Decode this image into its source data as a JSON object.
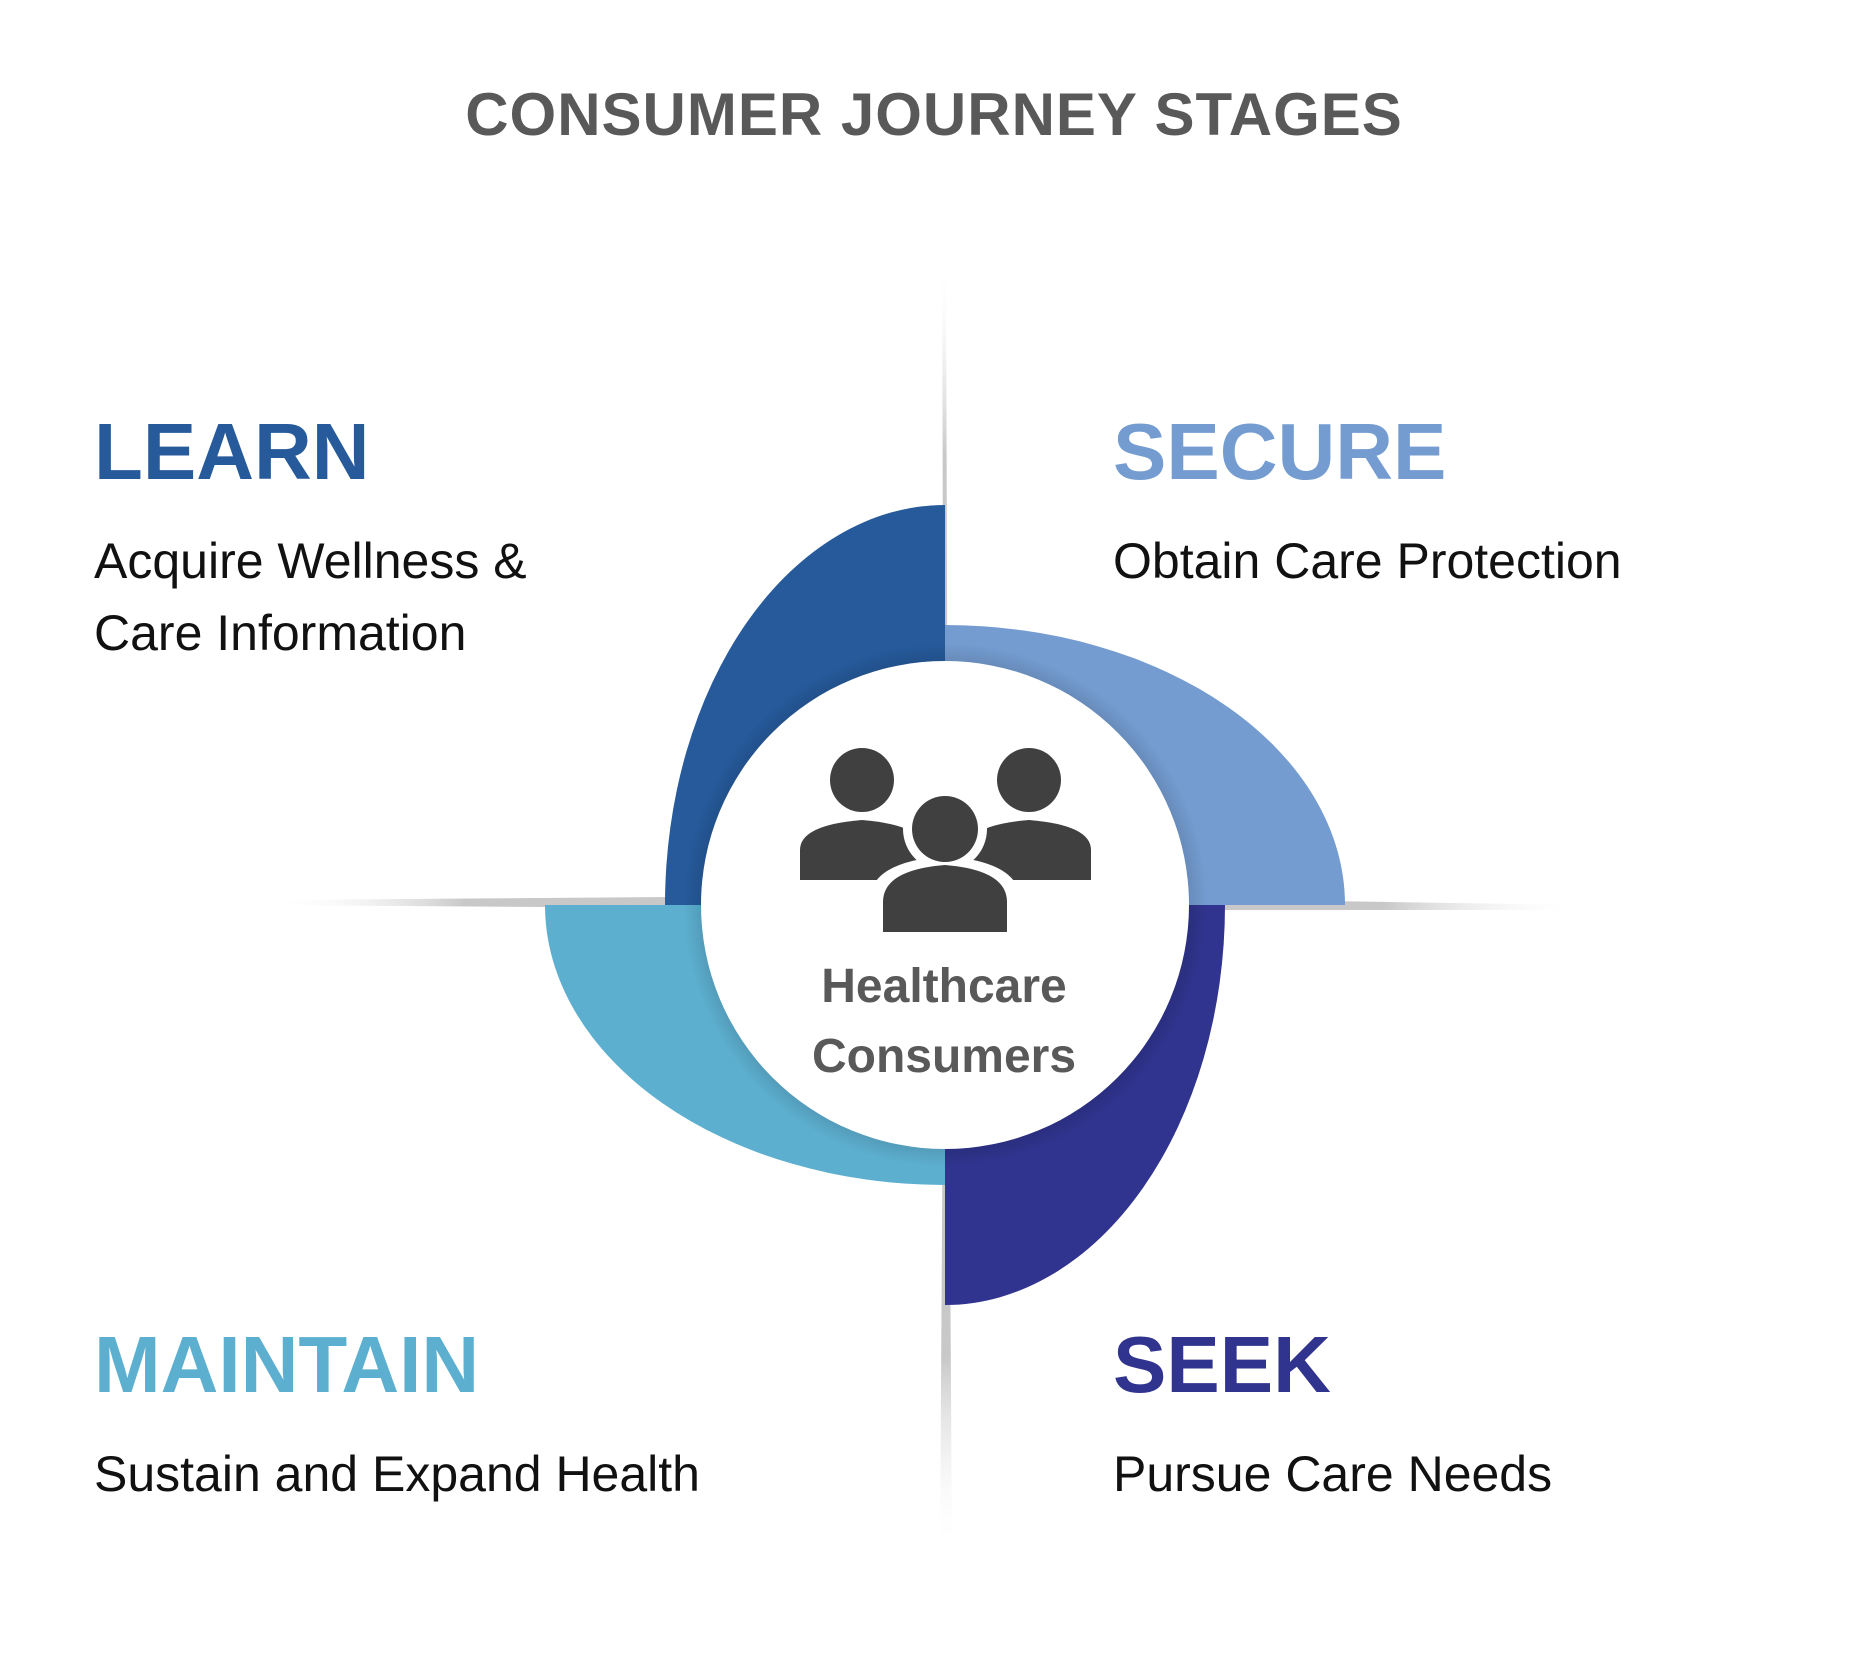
{
  "title": "CONSUMER JOURNEY STAGES",
  "center": {
    "line1": "Healthcare",
    "line2": "Consumers",
    "icon": "people-group-icon"
  },
  "stages": {
    "learn": {
      "heading": "LEARN",
      "description_line1": "Acquire Wellness &",
      "description_line2": "Care Information",
      "color": "#265A9B"
    },
    "secure": {
      "heading": "SECURE",
      "description": "Obtain Care Protection",
      "color": "#749CD0"
    },
    "maintain": {
      "heading": "MAINTAIN",
      "description": "Sustain and Expand Health",
      "color": "#5DAFD0"
    },
    "seek": {
      "heading": "SEEK",
      "description": "Pursue Care Needs",
      "color": "#30348E"
    }
  },
  "colors": {
    "title": "#595959",
    "icon": "#404040",
    "divider": "#D0D0D0"
  }
}
